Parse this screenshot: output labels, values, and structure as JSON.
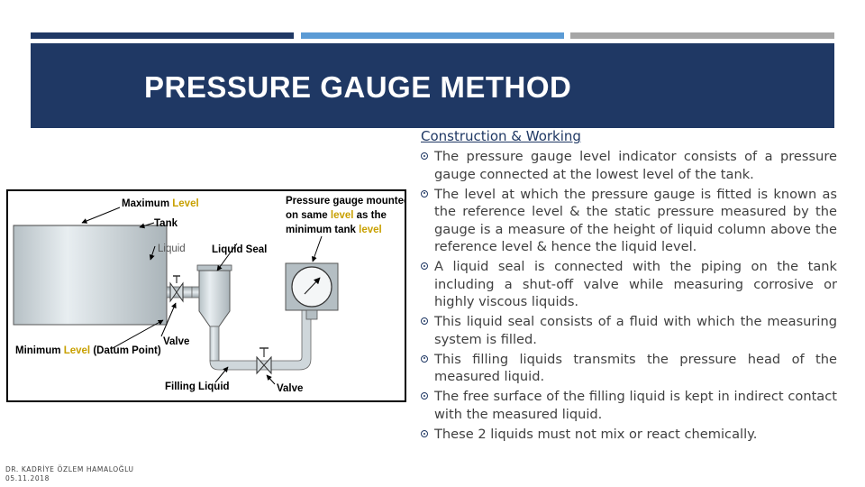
{
  "slide": {
    "title": "PRESSURE GAUGE METHOD",
    "subtitle": "Construction & Working",
    "bullets": [
      "The pressure gauge level indicator consists of a pressure gauge connected at the lowest level of the tank.",
      "The level at which the pressure gauge is fitted is known as the reference level & the static pressure measured by the gauge is a measure of the height of liquid column above the reference level & hence the liquid level.",
      "A liquid seal is connected with the piping on the tank including a shut-off valve while measuring corrosive or highly viscous liquids.",
      "This liquid seal consists of a fluid with which the measuring system is filled.",
      "This filling liquids transmits the pressure head of the measured liquid.",
      "The free surface of the filling liquid is kept in indirect contact with the measured liquid.",
      "These 2 liquids must not mix or react chemically."
    ],
    "footer": {
      "author": "DR. KADRİYE ÖZLEM HAMALOĞLU",
      "date": "05.11.2018"
    }
  },
  "diagram": {
    "labels": {
      "max_level_a": "Maximum",
      "max_level_b": "Level",
      "tank": "Tank",
      "liquid": "Liquid",
      "liquid_seal": "Liquid Seal",
      "pg_line1": "Pressure gauge mounted",
      "pg_line2a": "on same",
      "pg_line2b": "level",
      "pg_line2c": "as the",
      "pg_line3a": "minimum tank",
      "pg_line3b": "level",
      "min_level_a": "Minimum",
      "min_level_b": "Level",
      "min_level_c": "(Datum Point)",
      "valve1": "Valve",
      "filling_liquid": "Filling Liquid",
      "valve2": "Valve"
    },
    "colors": {
      "highlight": "#c8a000",
      "frame": "#000000",
      "metal": "#c9d2d6"
    }
  },
  "colors": {
    "navy": "#1f3864",
    "blue": "#5b9bd5",
    "gray": "#a6a6a6",
    "text": "#404040"
  }
}
